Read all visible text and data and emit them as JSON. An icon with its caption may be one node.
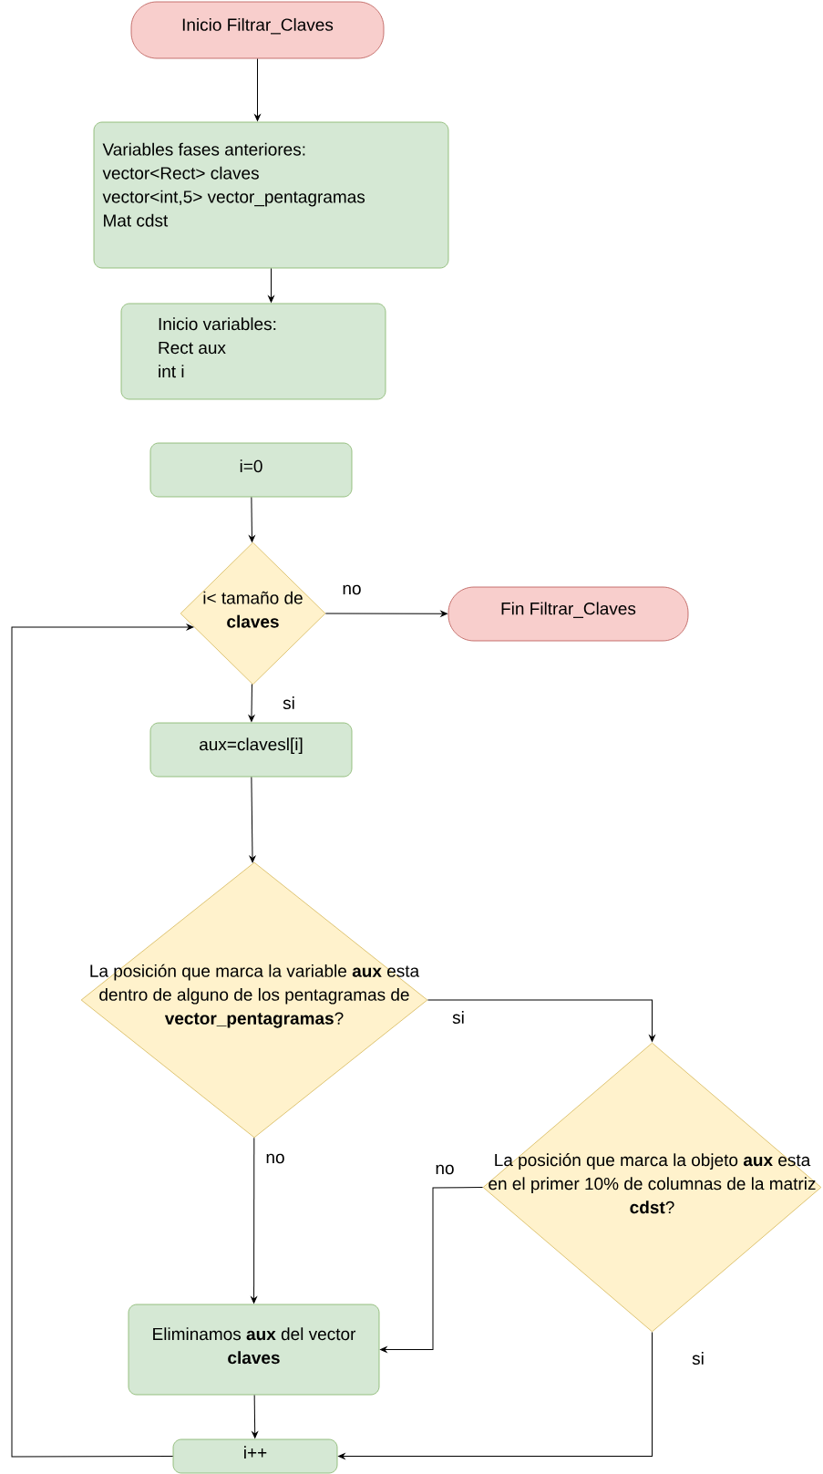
{
  "diagram": {
    "nodes": [
      {
        "text": [
          "Inicio Filtrar_Claves"
        ]
      },
      {
        "text": [
          "Variables fases anteriores:",
          "vector<Rect> claves",
          "vector<int,5> vector_pentagramas",
          "Mat cdst"
        ]
      },
      {
        "text": [
          "Inicio variables:",
          "Rect aux",
          "int i"
        ]
      },
      {
        "text": [
          "i=0"
        ]
      },
      {
        "text": [
          "i< tamaño de **claves**"
        ]
      },
      {
        "text": [
          "Fin Filtrar_Claves"
        ]
      },
      {
        "text": [
          "aux=clavesl[i]"
        ]
      },
      {
        "text": [
          "La posición que marca la variable **aux** esta dentro de alguno de los pentagramas de **vector_pentagramas**?"
        ]
      },
      {
        "text": [
          "La posición que marca la objeto **aux** esta en el primer 10% de columnas de la matriz **cdst**?"
        ]
      },
      {
        "text": [
          "Eliminamos **aux** del vector **claves**"
        ]
      },
      {
        "text": [
          "i++"
        ]
      }
    ],
    "edges": [
      {
        "from": 0,
        "to": 1,
        "arrow": "to"
      },
      {
        "from": 1,
        "to": 2,
        "arrow": "to"
      },
      {
        "from": 3,
        "to": 4,
        "arrow": "to"
      },
      {
        "from": 4,
        "to": 5,
        "arrow": "to",
        "label": "no"
      },
      {
        "from": 4,
        "to": 6,
        "arrow": "to",
        "label": "si"
      },
      {
        "from": 6,
        "to": 7,
        "arrow": "to"
      },
      {
        "from": 7,
        "to": 8,
        "arrow": "to",
        "label": "si"
      },
      {
        "from": 7,
        "to": 9,
        "arrow": "to",
        "label": "no"
      },
      {
        "from": 8,
        "to": 9,
        "arrow": "to",
        "label": "no"
      },
      {
        "from": 8,
        "to": 10,
        "arrow": "to",
        "label": "si"
      },
      {
        "from": 9,
        "to": 10,
        "arrow": "to"
      },
      {
        "from": 10,
        "to": 4,
        "arrow": "to"
      }
    ]
  }
}
